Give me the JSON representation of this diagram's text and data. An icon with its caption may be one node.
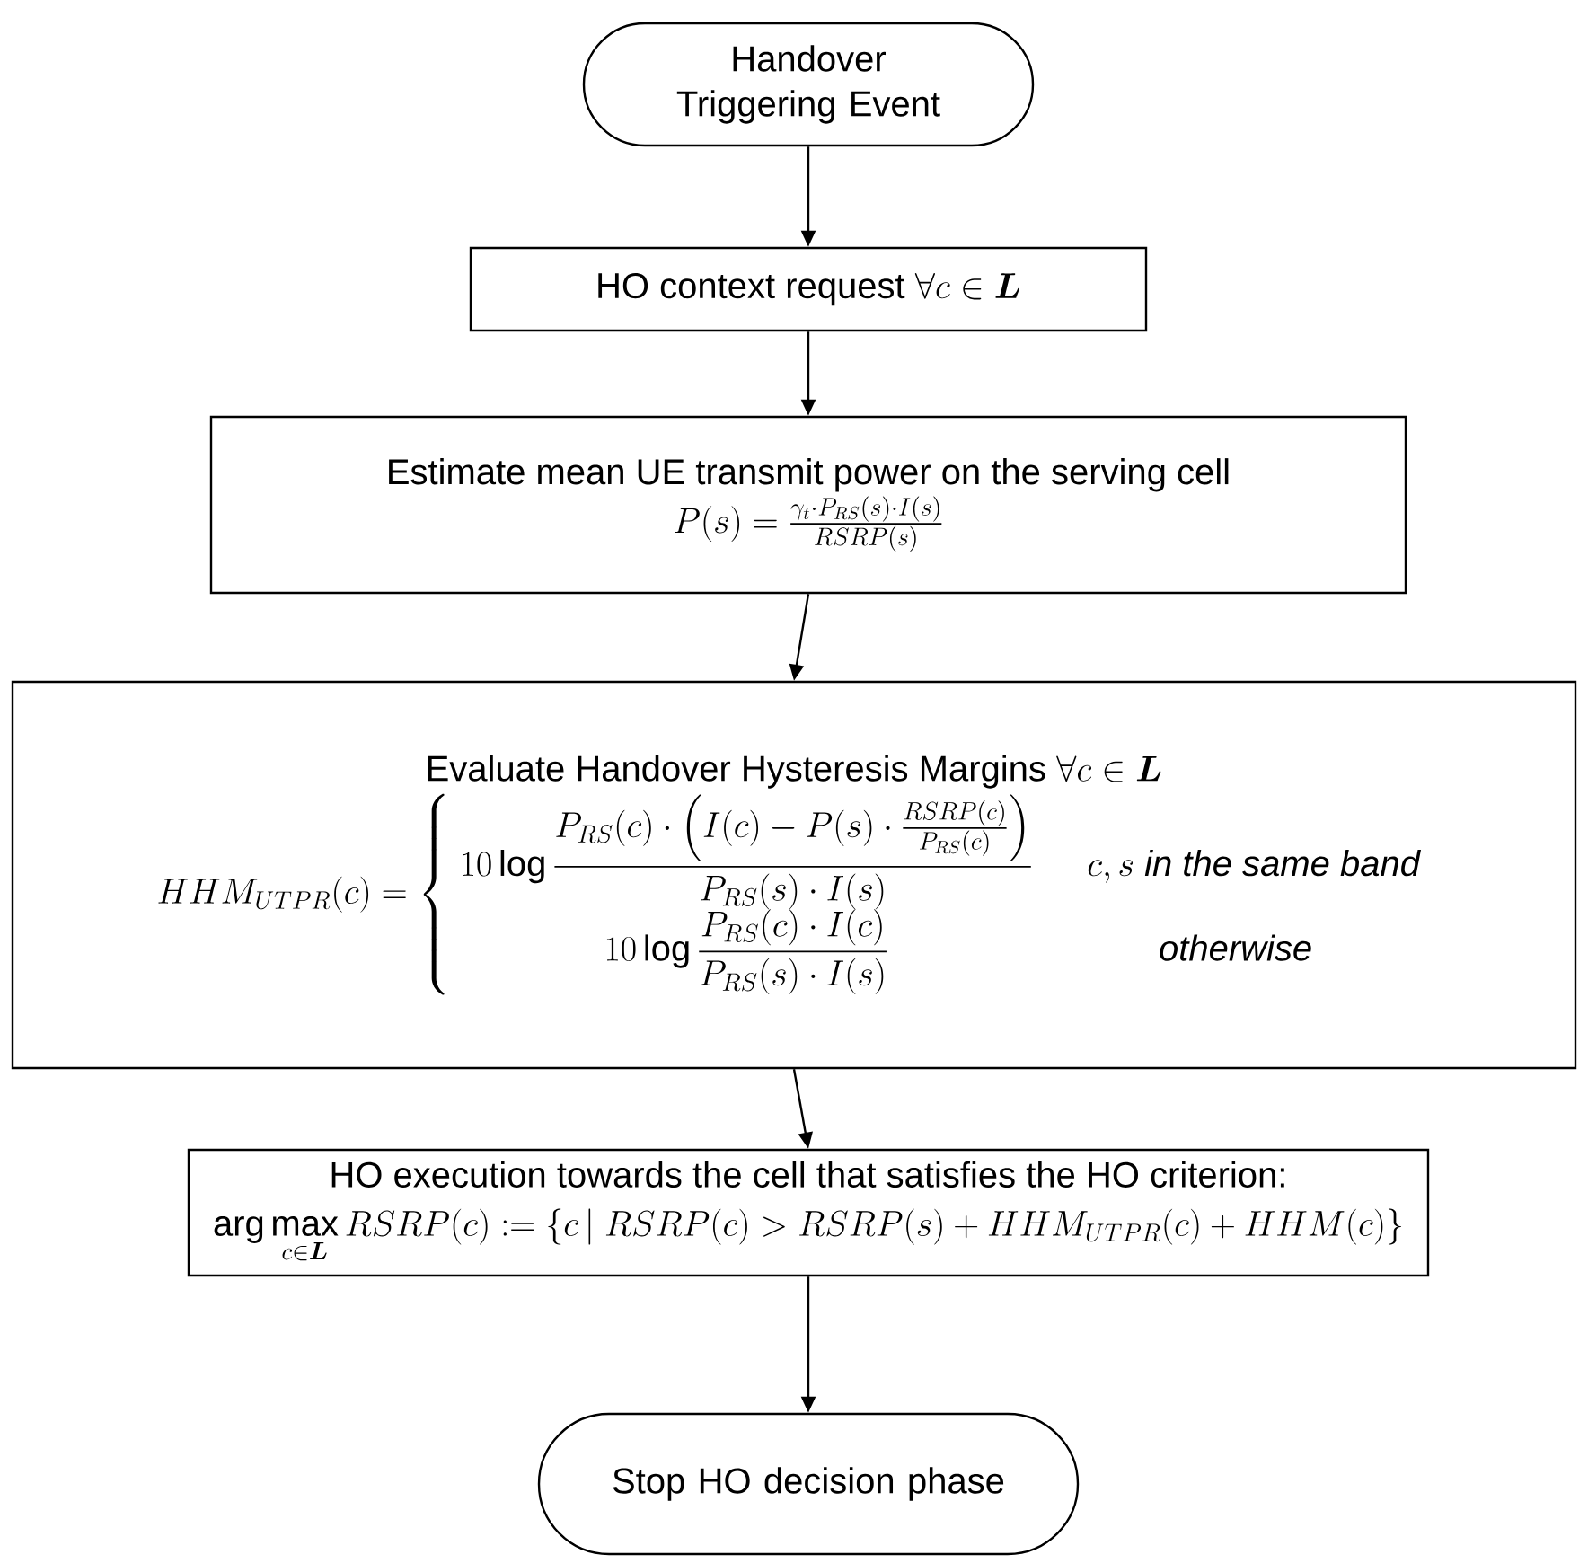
{
  "diagram": {
    "nodes": [
      {
        "text": [
          "Handover Triggering Event"
        ]
      },
      {
        "text": [
          "HO context request",
          "\\forall c \\in \\boldsymbol{L}"
        ]
      },
      {
        "text": [
          "Estimate mean UE transmit power on the serving cell",
          "P(s)=\\frac{\\gamma_t\\cdot P_{RS}(s)\\cdot I(s)}{RSRP(s)}"
        ]
      },
      {
        "text": [
          "Evaluate Handover Hysteresis Margins",
          "\\forall c \\in \\boldsymbol{L}",
          "HHM_{UTPR}(c)=\\left\\{\\begin{array}{cc}10\\log\\dfrac{P_{RS}(c)\\cdot\\left(I(c)-P(s)\\cdot\\frac{RSRP(c)}{P_{RS}(c)}\\right)}{P_{RS}(s)\\cdot I(s)} & \\quad c,s\\ \\mathit{in\\ the\\ same\\ band}\\\\[8pt] 10\\log\\dfrac{P_{RS}(c)\\cdot I(c)}{P_{RS}(s)\\cdot I(s)} & \\mathit{otherwise}\\end{array}\\right."
        ]
      },
      {
        "text": [
          "HO execution towards the cell that satisfies the HO criterion:",
          "\\arg\\max_{c\\in\\boldsymbol{L}} RSRP(c)\\mathrel{:=}\\{c\\,|\\;RSRP(c)>RSRP(s)+HHM_{UTPR}(c)+HHM(c)\\}"
        ]
      },
      {
        "text": [
          "Stop HO decision phase"
        ]
      }
    ],
    "edges": [
      {
        "from": 0,
        "to": 1,
        "arrow": "to"
      },
      {
        "from": 1,
        "to": 2,
        "arrow": "to"
      },
      {
        "from": 2,
        "to": 3,
        "arrow": "to"
      },
      {
        "from": 3,
        "to": 4,
        "arrow": "to"
      },
      {
        "from": 4,
        "to": 5,
        "arrow": "to"
      }
    ]
  }
}
